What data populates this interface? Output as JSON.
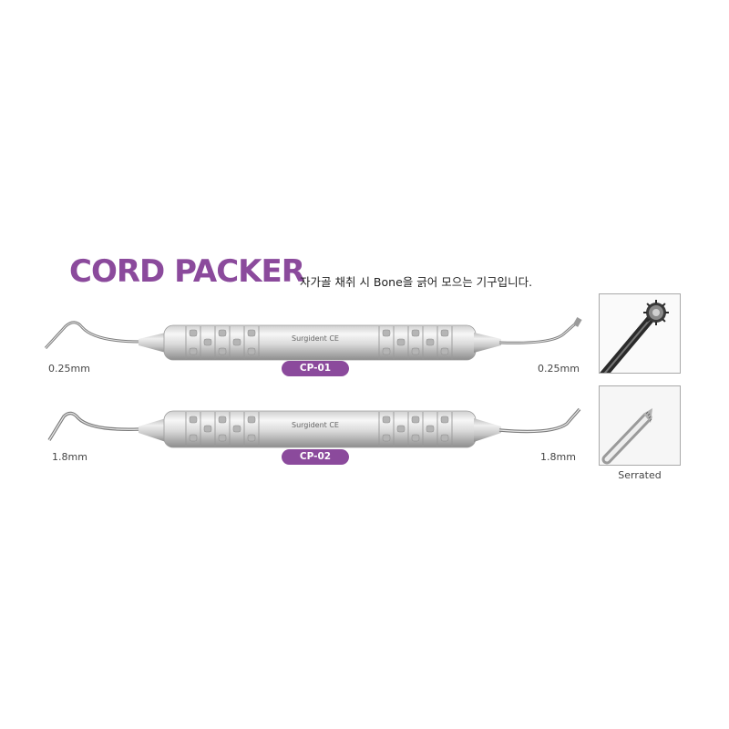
{
  "header": {
    "title": "CORD PACKER",
    "description": "자가골 채취 시 Bone을 긁어 모으는 기구입니다."
  },
  "instruments": [
    {
      "code": "CP-01",
      "left_tip": "0.25mm",
      "right_tip": "0.25mm",
      "brand_mark": "Surgident CE"
    },
    {
      "code": "CP-02",
      "left_tip": "1.8mm",
      "right_tip": "1.8mm",
      "brand_mark": "Surgident CE"
    }
  ],
  "details": [
    {
      "caption": ""
    },
    {
      "caption": "Serrated"
    }
  ],
  "colors": {
    "accent": "#8b4a9c",
    "steel_light": "#f2f2f2",
    "steel_dark": "#9a9a9a",
    "border": "#a9a9a9"
  },
  "icons": [
    "instrument-cp01-icon",
    "instrument-cp02-icon",
    "serrated-tip-icon",
    "tip-closeup-icon"
  ]
}
